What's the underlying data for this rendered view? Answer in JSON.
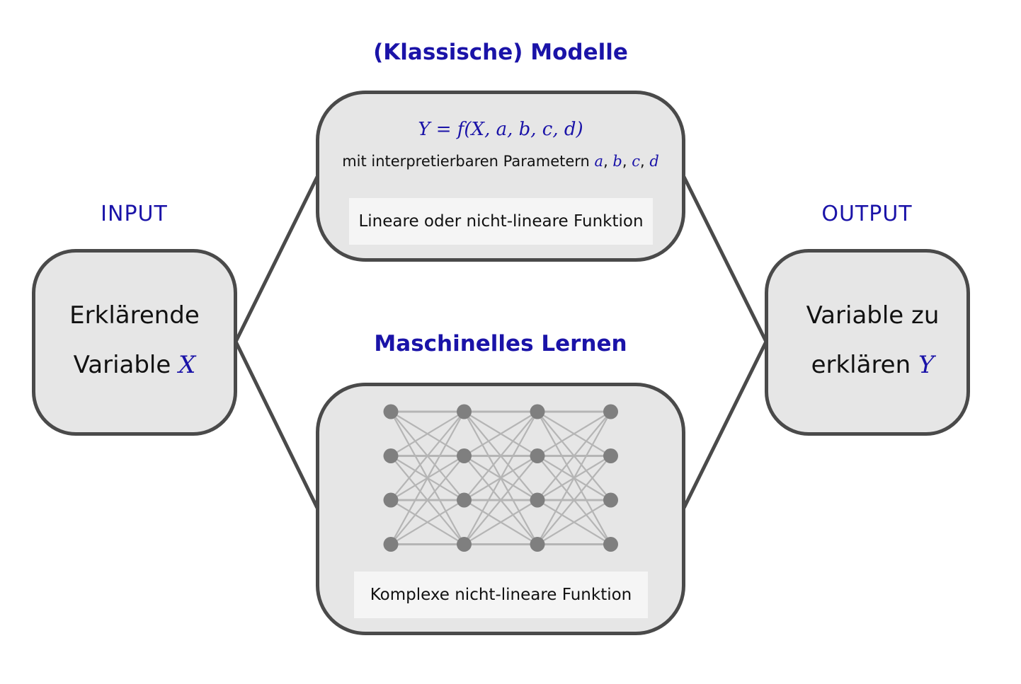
{
  "input": {
    "label": "INPUT",
    "text_line1": "Erklärende",
    "text_line2": "Variable",
    "symbol": "X"
  },
  "output": {
    "label": "OUTPUT",
    "text_line1": "Variable zu",
    "text_line2": "erklären",
    "symbol": "Y"
  },
  "classical": {
    "heading": "(Klassische) Modelle",
    "formula": "Y = f(X, a, b, c, d)",
    "params_prefix": "mit interpretierbaren Parametern",
    "params": [
      "a",
      "b",
      "c",
      "d"
    ],
    "function_label": "Lineare oder nicht-lineare Funktion"
  },
  "ml": {
    "heading": "Maschinelles Lernen",
    "function_label": "Komplexe nicht-lineare Funktion",
    "network": {
      "layers": 4,
      "nodes_per_layer": 4,
      "fully_connected": true
    }
  },
  "colors": {
    "accent": "#1a13a8",
    "box_fill": "#e6e6e6",
    "box_border": "#4a4a4a",
    "label_fill": "#f5f5f5",
    "node": "#7f7f7f",
    "edge": "#b5b5b5"
  }
}
